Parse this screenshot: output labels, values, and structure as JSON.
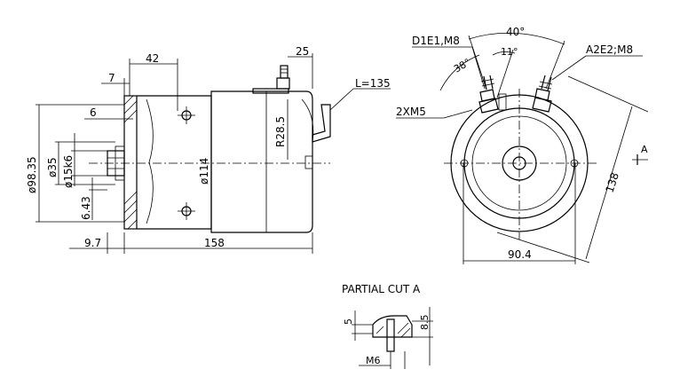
{
  "side_view": {
    "dim_top_42": "42",
    "dim_top_7": "7",
    "dim_top_25": "25",
    "dim_6": "6",
    "dim_d98": "ø98.35",
    "dim_d35": "ø35",
    "dim_d15": "ø15k6",
    "dim_643": "6.43",
    "dim_d114": "ø114",
    "dim_r285": "R28.5",
    "dim_l135": "L=135",
    "dim_2xm5": "2XM5",
    "dim_97": "9.7",
    "dim_158": "158"
  },
  "end_view": {
    "label_d1e1": "D1E1,M8",
    "label_a2e2": "A2E2;M8",
    "angle_40": "40°",
    "angle_11": "11°",
    "angle_38": "38°",
    "dim_138": "138",
    "dim_904": "90.4",
    "marker_a": "A"
  },
  "partial_cut": {
    "title": "PARTIAL  CUT  A",
    "dim_5": "5",
    "dim_85": "8.5",
    "dim_m6": "M6"
  },
  "colors": {
    "line": "#000000",
    "background": "#ffffff"
  }
}
